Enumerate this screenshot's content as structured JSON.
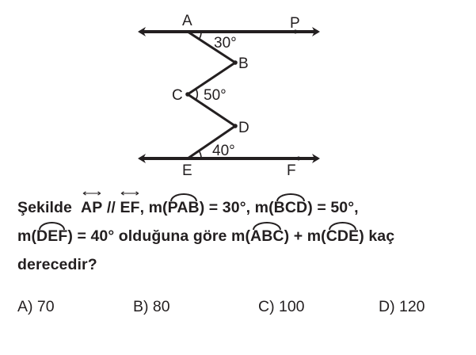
{
  "figure": {
    "points": {
      "A": "A",
      "P": "P",
      "B": "B",
      "C": "C",
      "D": "D",
      "E": "E",
      "F": "F"
    },
    "angles": {
      "PAB": "30°",
      "BCD": "50°",
      "DEF": "40°"
    }
  },
  "question": {
    "w1": "Şekilde",
    "r1": "AP",
    "par": "//",
    "r2": "EF",
    "t1": ", m(",
    "h1": "PAB",
    "t2": ") = 30°, m(",
    "h2": "BCD",
    "t3": ") = 50°,",
    "t4": "m(",
    "h3": "DEF",
    "t5": ") = 40° olduğuna göre m(",
    "h4": "ABC",
    "t6": ") + m(",
    "h5": "CDE",
    "t7": ") kaç",
    "line3": "derecedir?"
  },
  "options": [
    "A) 70",
    "B) 80",
    "C) 100",
    "D) 120"
  ]
}
